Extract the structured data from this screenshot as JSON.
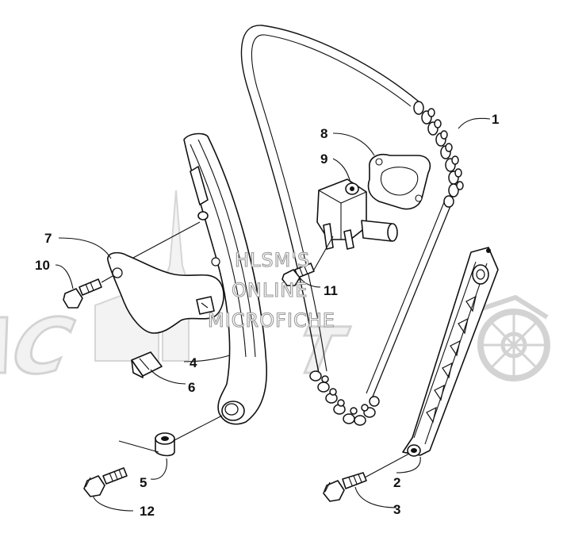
{
  "watermark": {
    "line1": "HLSM'S",
    "line2": "ONLINE",
    "line3": "MICROFICHE",
    "brand_color": "#d3d3d3"
  },
  "callouts": [
    {
      "id": "1",
      "label": "1"
    },
    {
      "id": "2",
      "label": "2"
    },
    {
      "id": "3",
      "label": "3"
    },
    {
      "id": "4",
      "label": "4"
    },
    {
      "id": "5",
      "label": "5"
    },
    {
      "id": "6",
      "label": "6"
    },
    {
      "id": "7",
      "label": "7"
    },
    {
      "id": "8",
      "label": "8"
    },
    {
      "id": "9",
      "label": "9"
    },
    {
      "id": "10",
      "label": "10"
    },
    {
      "id": "11",
      "label": "11"
    },
    {
      "id": "12",
      "label": "12"
    }
  ],
  "parts": [
    {
      "callout": "1",
      "icon": "timing-chain-icon"
    },
    {
      "callout": "2",
      "icon": "chain-guide-icon"
    },
    {
      "callout": "3",
      "icon": "guide-bolt-icon"
    },
    {
      "callout": "4",
      "icon": "tensioner-arm-icon"
    },
    {
      "callout": "5",
      "icon": "spacer-collar-icon"
    },
    {
      "callout": "6",
      "icon": "clip-icon"
    },
    {
      "callout": "7",
      "icon": "bracket-icon"
    },
    {
      "callout": "8",
      "icon": "gasket-icon"
    },
    {
      "callout": "9",
      "icon": "chain-tensioner-icon"
    },
    {
      "callout": "10",
      "icon": "bracket-bolt-icon"
    },
    {
      "callout": "11",
      "icon": "tensioner-bolt-icon"
    },
    {
      "callout": "12",
      "icon": "arm-pivot-bolt-icon"
    }
  ]
}
